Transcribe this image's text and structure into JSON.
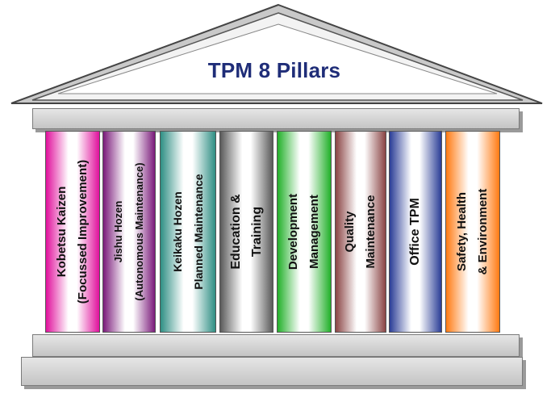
{
  "title": "TPM 8 Pillars",
  "pillars": [
    {
      "line1": "Kobetsu  Kaizen",
      "line2": "(Focussed Improvement)",
      "color": "#e0109c"
    },
    {
      "line1": "Jishu Hozen",
      "line2": "(Autonomous Maintenance)",
      "color": "#7a1a7a"
    },
    {
      "line1": "Keikaku Hozen",
      "line2": "Planned Maintenance",
      "color": "#2f8f84"
    },
    {
      "line1": "Education &",
      "line2": "Training",
      "color": "#5a5a5a"
    },
    {
      "line1": "Development",
      "line2": "Management",
      "color": "#22b02a"
    },
    {
      "line1": "Quality",
      "line2": "Maintenance",
      "color": "#8a4444"
    },
    {
      "line1": "Office  TPM",
      "line2": "",
      "color": "#2a3d96"
    },
    {
      "line1": "Safety, Health",
      "line2": "& Environment",
      "color": "#ff7a12"
    }
  ]
}
